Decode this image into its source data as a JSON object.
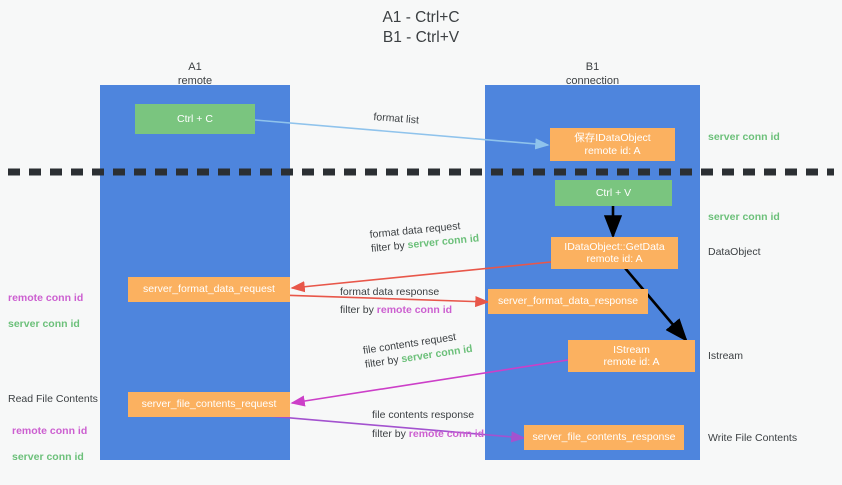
{
  "title": "A1 - Ctrl+C\nB1 - Ctrl+V",
  "columns": [
    {
      "name": "a1",
      "header": "A1\nremote"
    },
    {
      "name": "b1",
      "header": "B1\nconnection"
    }
  ],
  "nodes": {
    "ctrl_c": "Ctrl + C",
    "save_idataobject": "保存IDataObject\nremote id: A",
    "ctrl_v": "Ctrl + V",
    "getdata": "IDataObject::GetData\nremote id: A",
    "server_format_data_request": "server_format_data_request",
    "server_format_data_response": "server_format_data_response",
    "istream": "IStream\nremote id: A",
    "server_file_contents_request": "server_file_contents_request",
    "server_file_contents_response": "server_file_contents_response"
  },
  "edges": {
    "format_list": "format list",
    "format_data_request": "format data request",
    "format_data_request_filter_prefix": "filter by ",
    "format_data_request_filter_key": "server conn id",
    "format_data_response": "format data response",
    "format_data_response_filter_prefix": "filter by ",
    "format_data_response_filter_key": "remote conn id",
    "file_contents_request": "file contents request",
    "file_contents_request_filter_prefix": "filter by ",
    "file_contents_request_filter_key": "server conn id",
    "file_contents_response": "file contents response",
    "file_contents_response_filter_prefix": "filter by ",
    "file_contents_response_filter_key": "remote conn id"
  },
  "right_notes": {
    "server_conn_id_top": "server conn id",
    "server_conn_id_mid": "server conn id",
    "dataobject": "DataObject",
    "istream": "Istream",
    "write_file_contents": "Write File Contents"
  },
  "left_notes": {
    "remote_conn_id_1": "remote conn id",
    "server_conn_id_1": "server conn id",
    "read_file_contents": "Read File Contents",
    "remote_conn_id_2": "remote conn id",
    "server_conn_id_2": "server conn id"
  },
  "colors": {
    "lane": "#4e85dd",
    "green_node": "#7ac57f",
    "orange_node": "#fbb160",
    "green_text": "#6cc07a",
    "purple_text": "#cc5fd0",
    "blue_arrow": "#8fc3ec",
    "red_arrow": "#e8574a",
    "magenta_arrow": "#cc3fc8",
    "purple_arrow": "#a352cf",
    "black_arrow": "#000000",
    "background": "#f7f8f8"
  }
}
